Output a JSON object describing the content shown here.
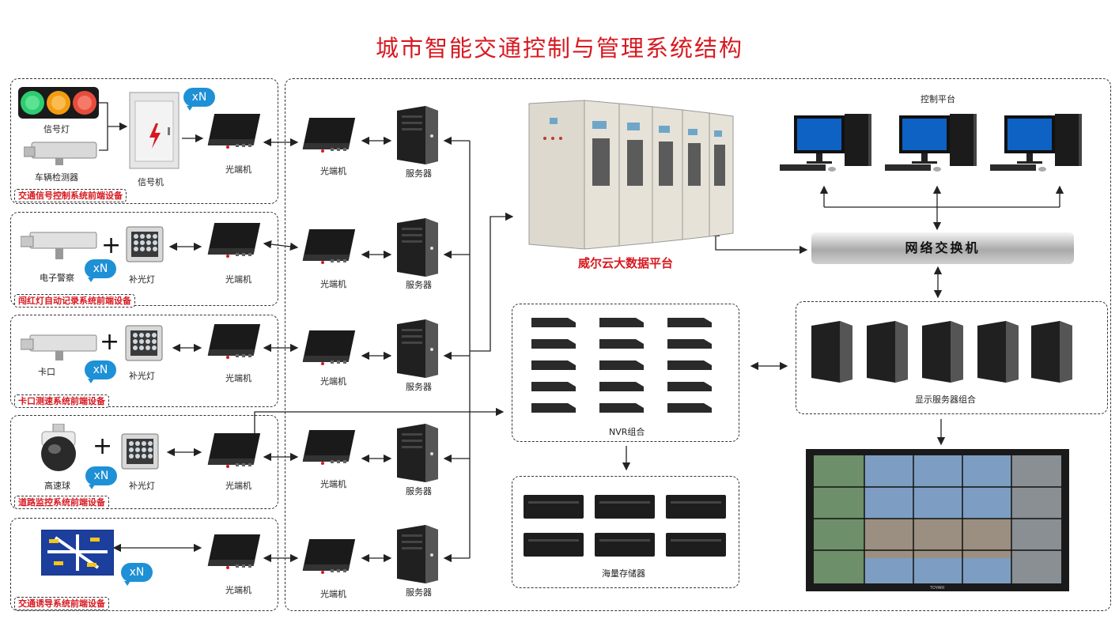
{
  "title": "城市智能交通控制与管理系统结构",
  "sections": {
    "signal": "交通信号控制系统前端设备",
    "redlight": "闯红灯自动记录系统前端设备",
    "checkpoint": "卡口测速系统前端设备",
    "monitor": "道路监控系统前端设备",
    "guidance": "交通诱导系统前端设备"
  },
  "devices": {
    "signal_light": "信号灯",
    "vehicle_detector": "车辆检测器",
    "signal_controller": "信号机",
    "optical": "光端机",
    "server": "服务器",
    "e_police": "电子警察",
    "fill_light": "补光灯",
    "checkpoint_cam": "卡口",
    "dome": "高速球",
    "multiplier": "xN"
  },
  "center": {
    "platform": "威尔云大数据平台",
    "control_platform": "控制平台",
    "switch": "网络交换机",
    "nvr": "NVR组合",
    "storage": "海量存储器",
    "display_servers": "显示服务器组合"
  }
}
